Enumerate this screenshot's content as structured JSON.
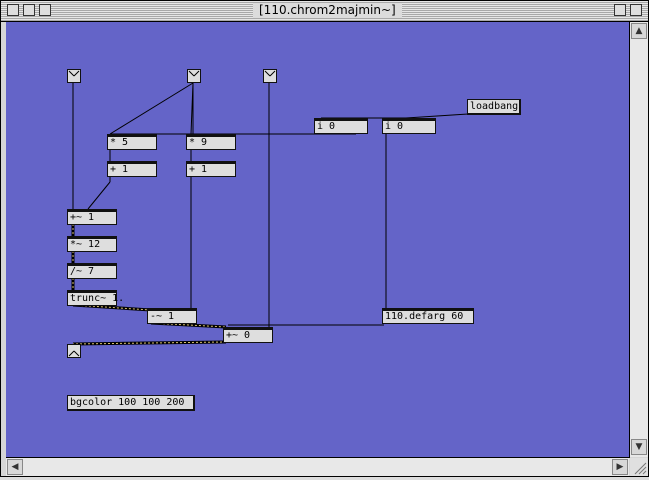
{
  "window": {
    "title": "[110.chrom2majmin~]"
  },
  "objects": {
    "loadbang": "loadbang",
    "int1": "i 0",
    "int2": "i 0",
    "mul5": "* 5",
    "mul9": "* 9",
    "add1a": "+ 1",
    "add1b": "+ 1",
    "sigadd1": "+~ 1",
    "sigmul12": "*~ 12",
    "sigdiv7": "/~ 7",
    "trunc": "trunc~ 1.",
    "sigsub1": "-~ 1",
    "sigadd0": "+~ 0",
    "defarg": "110.defarg 60",
    "bgcolor": "bgcolor 100 100 200"
  },
  "colors": {
    "canvas": "#6464c8",
    "box": "#dedede"
  }
}
